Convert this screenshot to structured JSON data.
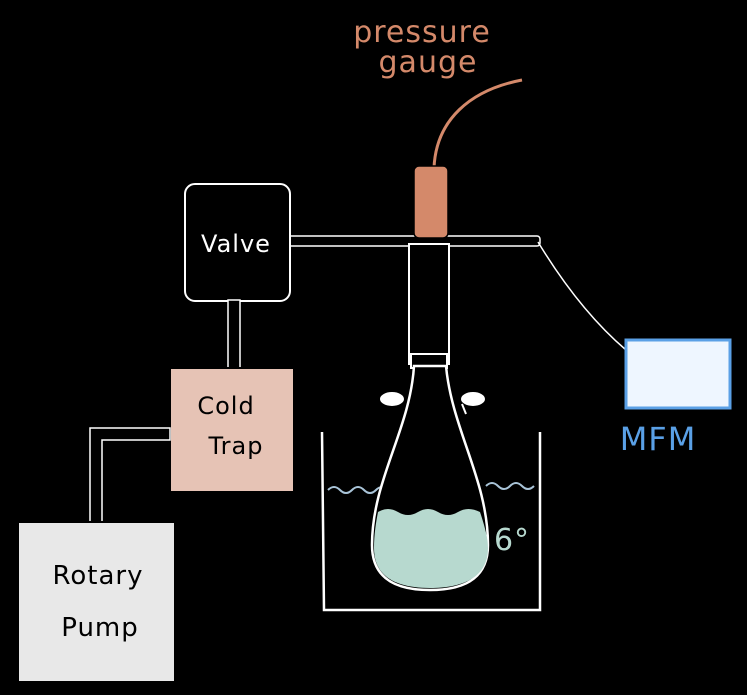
{
  "labels": {
    "pressure_gauge_line1": "pressure",
    "pressure_gauge_line2": "gauge",
    "valve": "Valve",
    "cold_trap_line1": "Cold",
    "cold_trap_line2": "Trap",
    "rotary_pump_line1": "Rotary",
    "rotary_pump_line2": "Pump",
    "mfm": "MFM",
    "temperature": "6°"
  },
  "colors": {
    "background": "#000000",
    "gauge": "#d4896a",
    "cold_trap": "#e6c3b5",
    "pump": "#e8e8e8",
    "mfm_fill": "#eef6ff",
    "mfm_border": "#5aa0e6",
    "liquid": "#b7d9cf",
    "water_line": "#a9c4d8",
    "pipe": "#000000",
    "outline": "#ffffff"
  }
}
